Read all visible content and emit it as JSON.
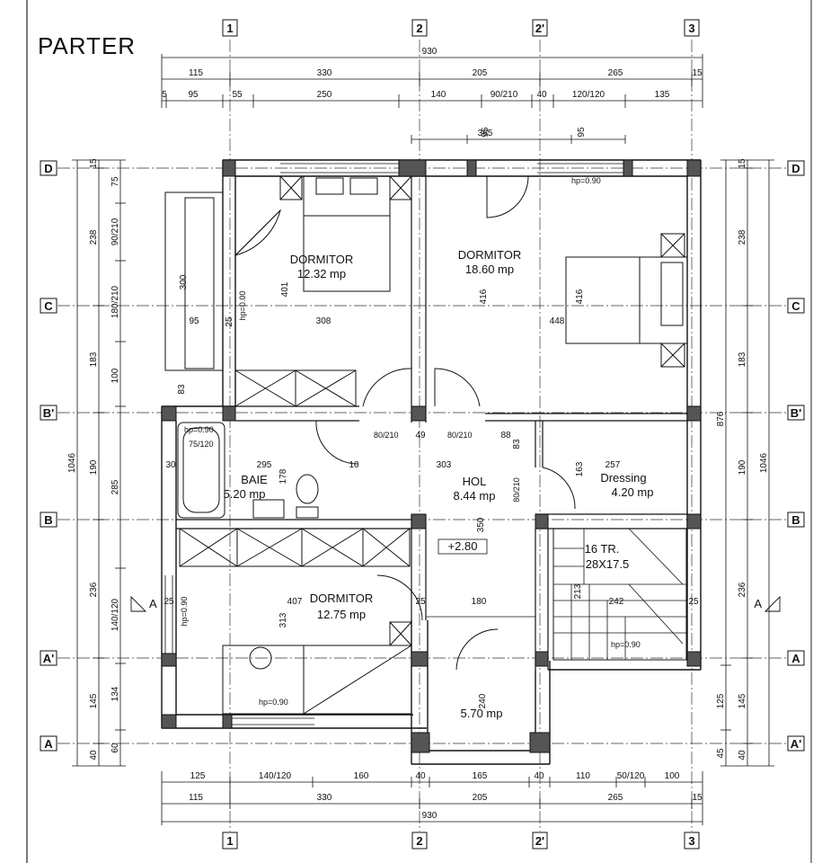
{
  "title": "PARTER",
  "axes": {
    "numbers": [
      "1",
      "2",
      "2'",
      "3"
    ],
    "rows": [
      "D",
      "C",
      "B'",
      "B",
      "A'",
      "A"
    ],
    "rows_right": [
      "D",
      "C",
      "B'",
      "B",
      "A",
      "A'"
    ]
  },
  "top_dims": {
    "total": "930",
    "row1": [
      "115",
      "330",
      "205",
      "265",
      "15"
    ],
    "row2": [
      "5",
      "95",
      "55",
      "250",
      "140",
      "90/210",
      "40",
      "120/120",
      "135"
    ],
    "row3": [
      "95",
      "365",
      "95"
    ]
  },
  "bottom_dims": {
    "total": "930",
    "row1": [
      "125",
      "140/120",
      "160",
      "40",
      "165",
      "40",
      "110",
      "50/120",
      "100"
    ],
    "row2": [
      "115",
      "330",
      "205",
      "265",
      "15"
    ]
  },
  "left_dims": {
    "total": "1046",
    "outer": [
      "15",
      "238",
      "183",
      "190",
      "236",
      "145",
      "40"
    ],
    "inner": [
      "75",
      "90/210",
      "180/210",
      "100",
      "285",
      "140/120",
      "134",
      "60"
    ]
  },
  "right_dims": {
    "total": "1046",
    "outer": [
      "15",
      "238",
      "183",
      "190",
      "236",
      "145",
      "40"
    ],
    "inner": [
      "876",
      "125",
      "45"
    ]
  },
  "rooms": [
    {
      "name": "DORMITOR",
      "area": "12.32 mp"
    },
    {
      "name": "DORMITOR",
      "area": "18.60 mp"
    },
    {
      "name": "BAIE",
      "area": "5.20 mp"
    },
    {
      "name": "HOL",
      "area": "8.44 mp"
    },
    {
      "name": "Dressing",
      "area": "4.20 mp"
    },
    {
      "name": "DORMITOR",
      "area": "12.75 mp"
    },
    {
      "name": "",
      "area": "5.70 mp"
    }
  ],
  "stairs": {
    "label": "16 TR.",
    "size": "28X17.5"
  },
  "level": "+2.80",
  "notes": {
    "hp090": "hp=0.90",
    "hp000": "hp=0.00",
    "win1": "75/120",
    "door1": "80/210",
    "door2": "80/210",
    "door3": "80/210",
    "section": "A"
  },
  "interior_dims": [
    "300",
    "401",
    "416",
    "416",
    "95",
    "308",
    "448",
    "25",
    "83",
    "30",
    "295",
    "303",
    "257",
    "178",
    "350",
    "163",
    "49",
    "88",
    "83",
    "10",
    "407",
    "313",
    "180",
    "213",
    "242",
    "240",
    "25",
    "25",
    "25"
  ]
}
